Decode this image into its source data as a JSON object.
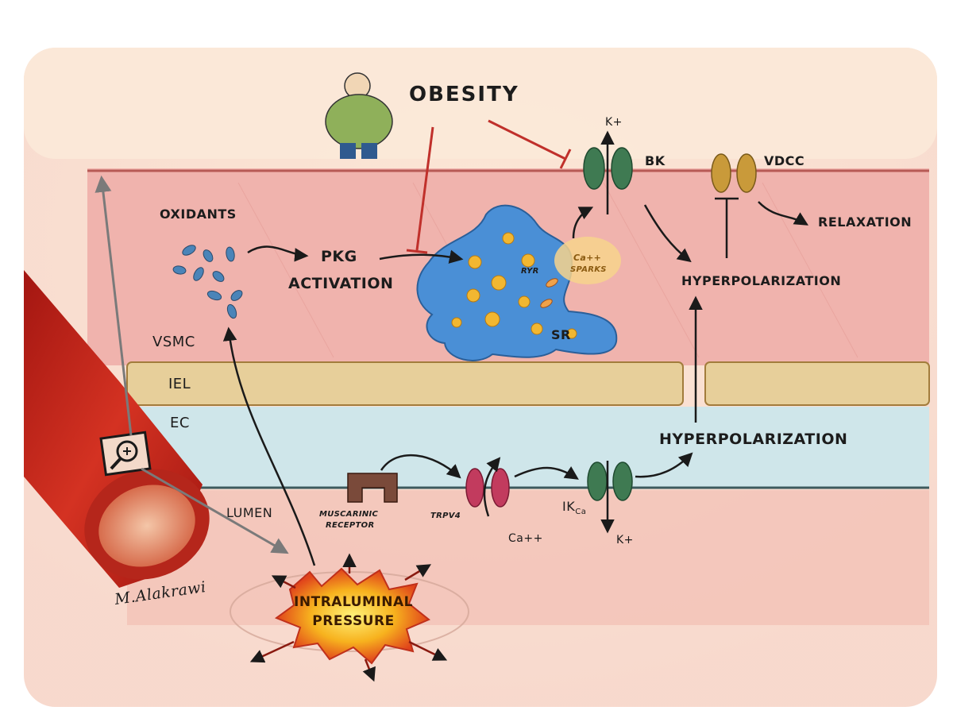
{
  "labels": {
    "obesity": "OBESITY",
    "oxidants": "OXIDANTS",
    "pkg_line1": "PKG",
    "pkg_line2": "ACTIVATION",
    "bk": "BK",
    "vdcc": "VDCC",
    "relaxation": "RELAXATION",
    "hyperpolarization_top": "HYPERPOLARIZATION",
    "hyperpolarization_mid": "HYPERPOLARIZATION",
    "k_plus_top": "K+",
    "k_plus_bottom": "K+",
    "ca_sparks_line1": "Ca++",
    "ca_sparks_line2": "SPARKS",
    "ryr": "RYR",
    "sr": "SR",
    "vsmc": "VSMC",
    "iel": "IEL",
    "ec": "EC",
    "lumen": "LUMEN",
    "muscarinic_line1": "MUSCARINIC",
    "muscarinic_line2": "RECEPTOR",
    "trpv4": "TRPV4",
    "ik_main": "IK",
    "ik_sub": "Ca",
    "ca_plus": "Ca++",
    "pressure_line1": "INTRALUMINAL",
    "pressure_line2": "PRESSURE",
    "signature": "M.Alakrawi"
  },
  "colors": {
    "vsmc_layer": "#f0b3ad",
    "iel_layer": "#e7cf9a",
    "ec_layer": "#cfe6ea",
    "inhibition_arrow": "#c0302b",
    "bk_channel": "#3f7a52",
    "trpv4_channel": "#c23b5e",
    "vdcc_channel": "#c99a3a",
    "sr_body": "#4a8fd6",
    "vessel": "#c8251c"
  },
  "icons": [
    "magnifier-icon",
    "obese-person-icon",
    "explosion-icon"
  ]
}
